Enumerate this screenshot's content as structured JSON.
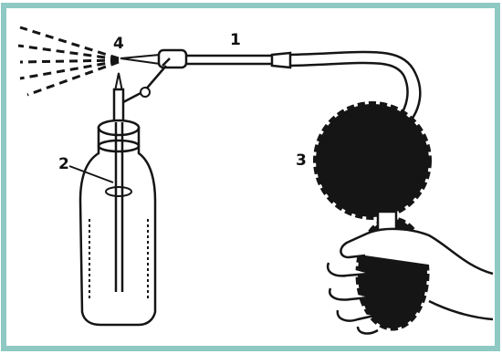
{
  "figure": {
    "frame_color": "#8ec9c3",
    "ink_color": "#151515",
    "labels": {
      "tube": "1",
      "inner_tube": "2",
      "bulb": "3",
      "nozzle": "4"
    },
    "parts": {
      "spray": "spray-icon",
      "atomizer_tube": "atomizer-tube-icon",
      "bottle": "bottle-icon",
      "rubber_bulb": "rubber-bulb-icon",
      "hand": "hand-icon"
    }
  }
}
